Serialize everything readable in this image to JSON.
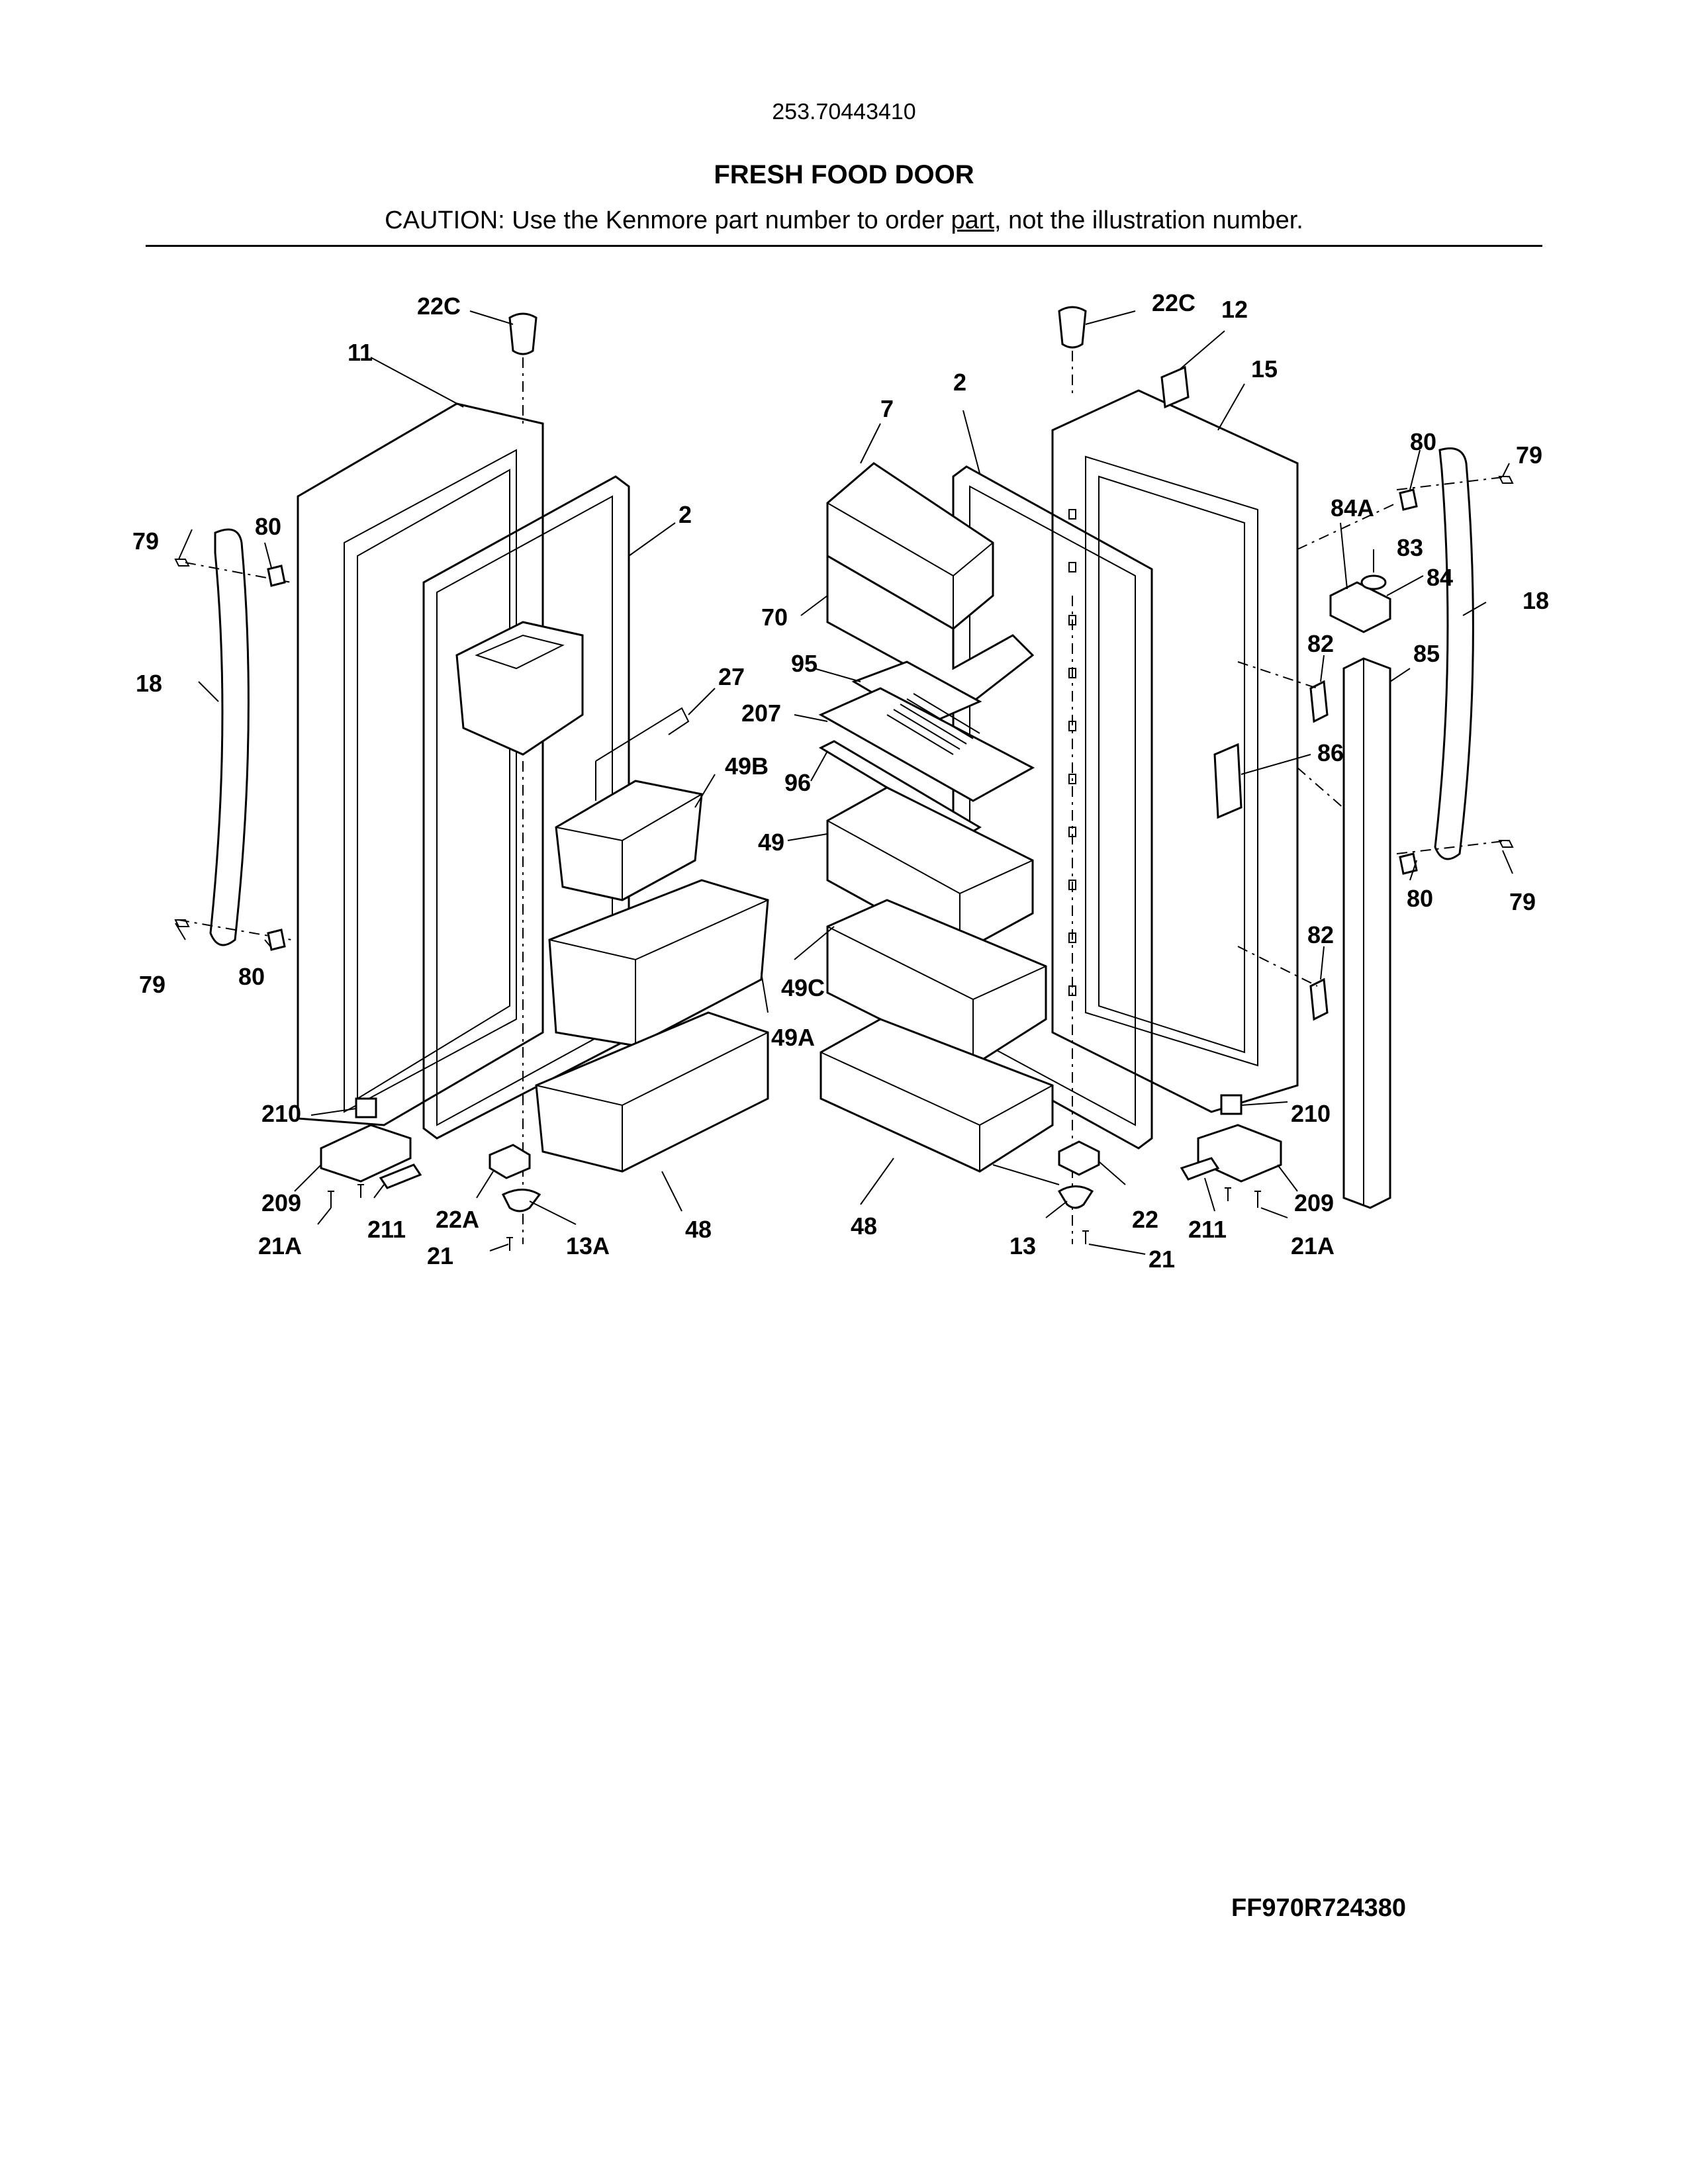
{
  "header": {
    "model_number": "253.70443410",
    "title": "FRESH FOOD DOOR",
    "caution_before": "CAUTION: Use the Kenmore part number to order ",
    "caution_link": "part",
    "caution_after": ", not the illustration number."
  },
  "callouts": {
    "c22c_left": "22C",
    "c11": "11",
    "c2_left": "2",
    "c79_left_top": "79",
    "c80_left_top": "80",
    "c18_left": "18",
    "c79_left_bot": "79",
    "c80_left_bot": "80",
    "c27": "27",
    "c49b": "49B",
    "c49a": "49A",
    "c210_left": "210",
    "c209_left": "209",
    "c21a_left": "21A",
    "c211_left": "211",
    "c22a": "22A",
    "c21_left": "21",
    "c13a": "13A",
    "c48_left": "48",
    "c22c_right": "22C",
    "c12": "12",
    "c15": "15",
    "c2_right": "2",
    "c7": "7",
    "c70": "70",
    "c95": "95",
    "c207": "207",
    "c96": "96",
    "c49": "49",
    "c49c": "49C",
    "c80_right_top": "80",
    "c79_right_top": "79",
    "c84a": "84A",
    "c83": "83",
    "c84": "84",
    "c18_right": "18",
    "c82_top": "82",
    "c85": "85",
    "c86": "86",
    "c80_right_bot": "80",
    "c79_right_bot": "79",
    "c82_bot": "82",
    "c210_right": "210",
    "c209_right": "209",
    "c21a_right": "21A",
    "c211_right": "211",
    "c22_right": "22",
    "c13": "13",
    "c21_right": "21",
    "c48_right": "48"
  },
  "footer": {
    "diagram_code": "FF970R724380"
  }
}
